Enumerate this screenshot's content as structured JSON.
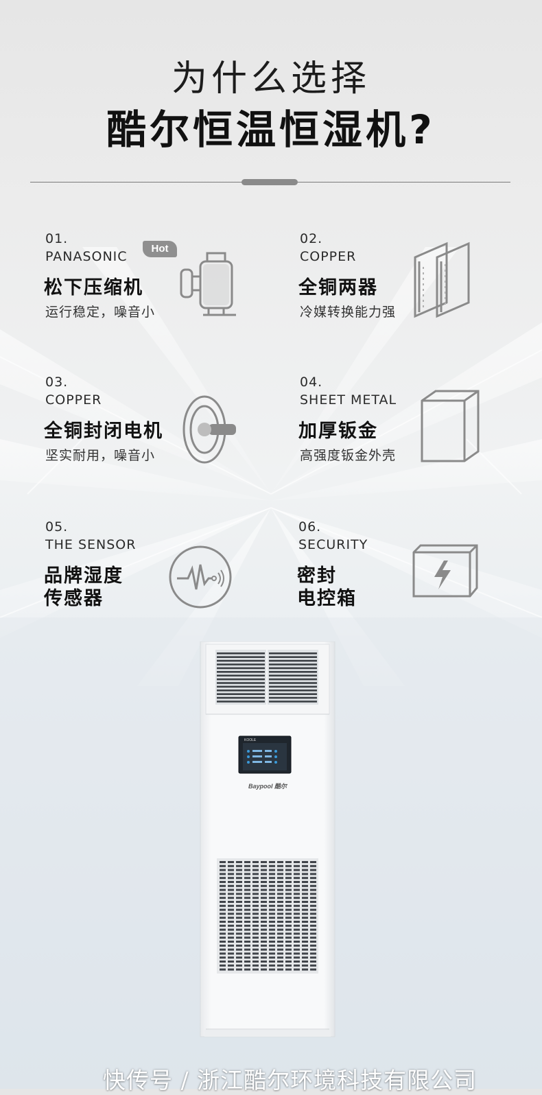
{
  "header": {
    "title_line1": "为什么选择",
    "title_line2": "酷尔恒温恒湿机?"
  },
  "features": [
    {
      "num": "01.",
      "en": "PANASONIC",
      "badge": "Hot",
      "zh": "松下压缩机",
      "desc": "运行稳定，噪音小",
      "icon": "compressor-icon"
    },
    {
      "num": "02.",
      "en": "COPPER",
      "zh": "全铜两器",
      "desc": "冷媒转换能力强",
      "icon": "copper-panels-icon"
    },
    {
      "num": "03.",
      "en": "COPPER",
      "zh": "全铜封闭电机",
      "desc": "坚实耐用，噪音小",
      "icon": "motor-icon"
    },
    {
      "num": "04.",
      "en": "SHEET METAL",
      "zh": "加厚钣金",
      "desc": "高强度钣金外壳",
      "icon": "sheet-metal-box-icon"
    },
    {
      "num": "05.",
      "en": "THE SENSOR",
      "zh_line1": "品牌湿度",
      "zh_line2": "传感器",
      "icon": "sensor-icon"
    },
    {
      "num": "06.",
      "en": "SECURITY",
      "zh_line1": "密封",
      "zh_line2": "电控箱",
      "icon": "electric-box-icon"
    }
  ],
  "product": {
    "brand_label": "Baypool 酷尔",
    "screen_header": "KOOLE"
  },
  "watermark": "快传号 / 浙江酷尔环境科技有限公司",
  "colors": {
    "title": "#1c1c1c",
    "icon_gray": "#8a8a8a",
    "badge": "#8f8f8f",
    "unit_white": "#f7f8f9"
  }
}
